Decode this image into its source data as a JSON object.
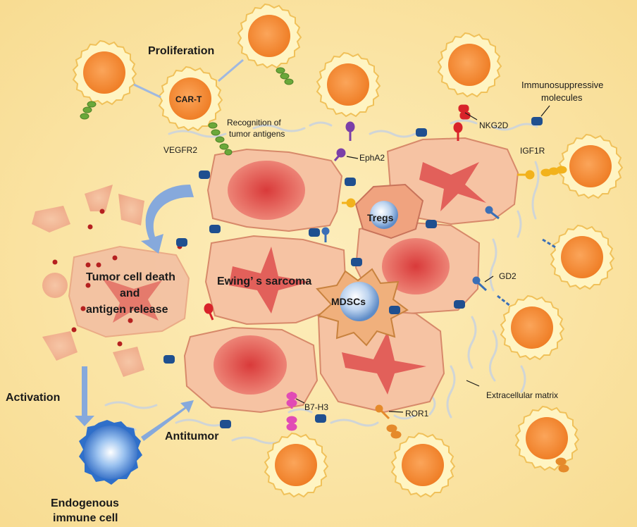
{
  "labels": {
    "proliferation": "Proliferation",
    "car_t": "CAR-T",
    "recognition_line1": "Recognition of",
    "recognition_line2": "tumor antigens",
    "vegfr2": "VEGFR2",
    "epha2": "EphA2",
    "nkg2d": "NKG2D",
    "immunosuppressive_line1": "Immunosuppressive",
    "immunosuppressive_line2": "molecules",
    "igf1r": "IGF1R",
    "tregs": "Tregs",
    "tumor_death_line1": "Tumor cell death",
    "tumor_death_line2": "and",
    "tumor_death_line3": "antigen release",
    "ewings_sarcoma": "Ewing’ s sarcoma",
    "mdscs": "MDSCs",
    "gd2": "GD2",
    "activation": "Activation",
    "antitumor": "Antitumor",
    "b7h3": "B7-H3",
    "ror1": "ROR1",
    "extracellular_matrix": "Extracellular matrix",
    "endogenous_line1": "Endogenous",
    "endogenous_line2": "immune cell"
  },
  "colors": {
    "background": "#fbe5a6",
    "tumor_cell": "#f6c3a3",
    "tumor_border": "#d7896a",
    "tumor_nucleus": "#e0554f",
    "car_t_cell": "#f18a2c",
    "car_t_membrane": "#fff7c8",
    "receptor_green": "#6aa83a",
    "receptor_purple": "#7b3fa8",
    "receptor_red": "#d8232a",
    "receptor_yellow": "#f2b21c",
    "receptor_blue": "#3b6fb6",
    "receptor_pink": "#e14bb5",
    "receptor_orange": "#e58a2b",
    "immunosuppressive_molecule": "#1f4f8f",
    "arrow": "#86a9dc",
    "immune_cell": "#3f7fd6"
  }
}
